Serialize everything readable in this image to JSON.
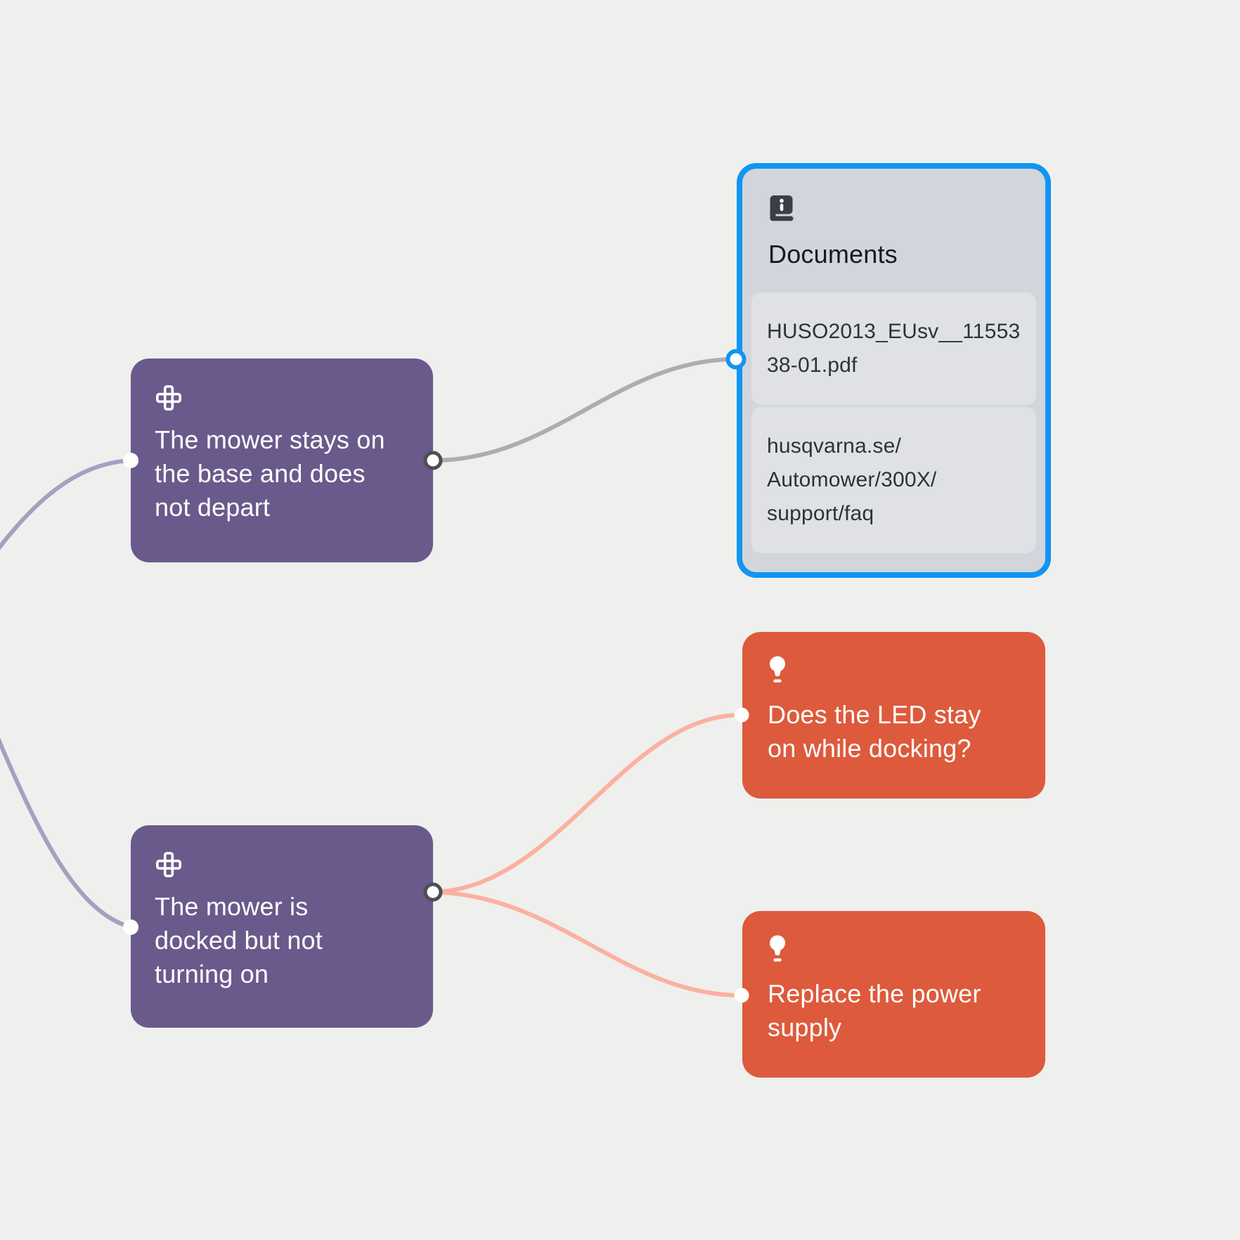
{
  "colors": {
    "background": "#EFEFEE",
    "symptom_node_bg": "#6A5A8B",
    "suggestion_node_bg": "#DD5A3C",
    "documents_node_bg": "#D2D5DC",
    "documents_item_bg": "#DFE1E5",
    "selection_blue": "#1095F1",
    "edge_gray": "#ADADAD",
    "edge_purple": "#A89EC0",
    "edge_salmon": "#FBB19E",
    "handle_ring_dark": "#4E4E50",
    "icon_dark": "#3A3E45",
    "text_light": "#FFFFFF",
    "text_dark": "#17191D"
  },
  "nodes": {
    "symptom1": {
      "title": "The mower stays on\nthe base and does\nnot depart"
    },
    "symptom2": {
      "title": "The mower is\ndocked but not\nturning on"
    },
    "documents": {
      "title": "Documents",
      "items": [
        "HUSO2013_EUsv__11553\n38-01.pdf",
        "husqvarna.se/\nAutomower/300X/\nsupport/faq"
      ]
    },
    "suggestion1": {
      "title": "Does the LED stay\non while docking?"
    },
    "suggestion2": {
      "title": "Replace the power\nsupply"
    }
  }
}
